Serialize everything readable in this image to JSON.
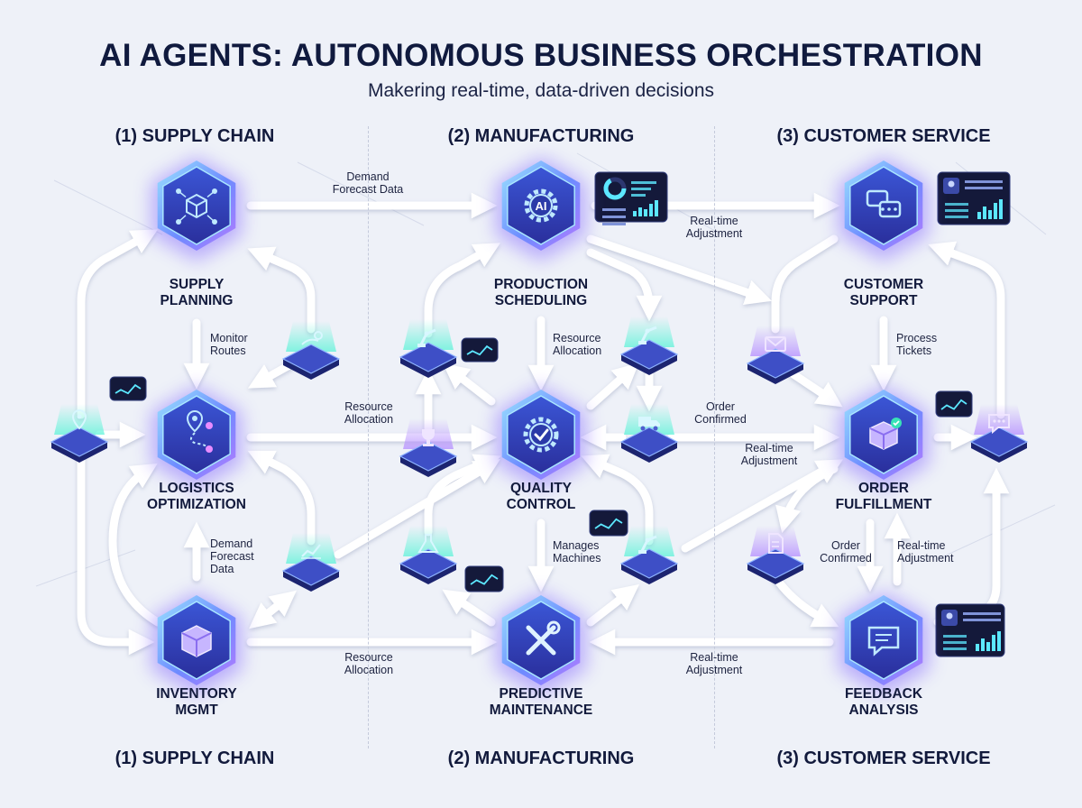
{
  "header": {
    "title": "AI AGENTS: AUTONOMOUS BUSINESS ORCHESTRATION",
    "subtitle": "Makering real-time, data-driven decisions"
  },
  "columns": {
    "top": [
      "(1) SUPPLY CHAIN",
      "(2) MANUFACTURING",
      "(3) CUSTOMER SERVICE"
    ],
    "bottom": [
      "(1) SUPPLY CHAIN",
      "(2) MANUFACTURING",
      "(3) CUSTOMER SERVICE"
    ]
  },
  "nodes": {
    "supply_planning": {
      "line1": "SUPPLY",
      "line2": "PLANNING",
      "icon": "cube-network-icon"
    },
    "logistics_optimization": {
      "line1": "LOGISTICS",
      "line2": "OPTIMIZATION",
      "icon": "map-pin-route-icon"
    },
    "inventory_mgmt": {
      "line1": "INVENTORY",
      "line2": "MGMT",
      "icon": "box-icon"
    },
    "production_scheduling": {
      "line1": "PRODUCTION",
      "line2": "SCHEDULING",
      "icon": "ai-gear-icon",
      "badge": "AI"
    },
    "quality_control": {
      "line1": "QUALITY",
      "line2": "CONTROL",
      "icon": "check-gear-icon"
    },
    "predictive_maintenance": {
      "line1": "PREDICTIVE",
      "line2": "MAINTENANCE",
      "icon": "wrench-screwdriver-icon"
    },
    "customer_support": {
      "line1": "CUSTOMER",
      "line2": "SUPPORT",
      "icon": "chat-bubbles-icon"
    },
    "order_fulfillment": {
      "line1": "ORDER",
      "line2": "FULFILLMENT",
      "icon": "package-check-icon"
    },
    "feedback_analysis": {
      "line1": "FEEDBACK",
      "line2": "ANALYSIS",
      "icon": "message-icon"
    }
  },
  "edge_labels": {
    "demand_forecast_top": {
      "line1": "Demand",
      "line2": "Forecast Data"
    },
    "realtime_adjustment_top": {
      "line1": "Real-time",
      "line2": "Adjustment"
    },
    "monitor_routes": {
      "line1": "Monitor",
      "line2": "Routes"
    },
    "resource_allocation_mfg": {
      "line1": "Resource",
      "line2": "Allocation"
    },
    "process_tickets": {
      "line1": "Process",
      "line2": "Tickets"
    },
    "resource_allocation_mid": {
      "line1": "Resource",
      "line2": "Allocation"
    },
    "order_confirmed_mid": {
      "line1": "Order",
      "line2": "Confirmed"
    },
    "realtime_adjustment_mid": {
      "line1": "Real-time",
      "line2": "Adjustment"
    },
    "demand_forecast_left": {
      "line1": "Demand",
      "line2": "Forecast",
      "line3": "Data"
    },
    "manages_machines": {
      "line1": "Manages",
      "line2": "Machines"
    },
    "order_confirmed_right": {
      "line1": "Order",
      "line2": "Confirmed"
    },
    "realtime_adjustment_right": {
      "line1": "Real-time",
      "line2": "Adjustment"
    },
    "resource_allocation_bottom": {
      "line1": "Resource",
      "line2": "Allocation"
    },
    "realtime_adjustment_bottom": {
      "line1": "Real-time",
      "line2": "Adjustment"
    }
  },
  "small_icons": {
    "location_pin": "location-pin-icon",
    "map_route": "map-route-icon",
    "growth_chart": "growth-chart-icon",
    "robot_arm": "robot-arm-icon",
    "trophy": "trophy-icon",
    "flask": "flask-icon",
    "delivery_truck": "delivery-truck-icon",
    "mail": "mail-icon",
    "document": "document-icon",
    "chat": "chat-icon"
  },
  "colors": {
    "background": "#eef1f8",
    "text": "#121a3c",
    "hex_border": "#7ec8ff",
    "hex_fill": "#2f3fb0",
    "node_glow": "#7a5cff",
    "tile_top": "#3e4fc6",
    "tile_side": "#1c2470",
    "teal": "#4ff0d4",
    "arrow": "#ffffff"
  }
}
